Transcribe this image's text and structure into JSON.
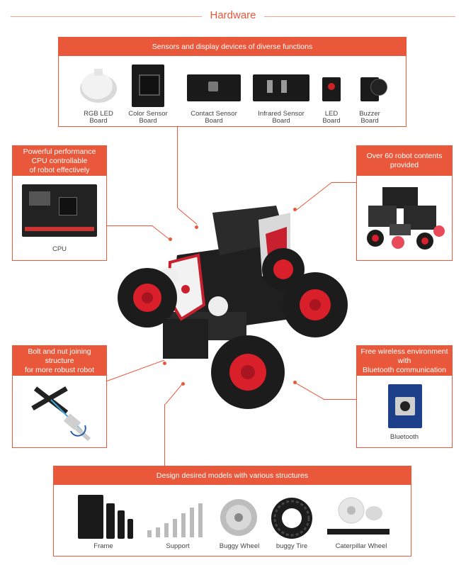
{
  "title": "Hardware",
  "sensors": {
    "heading": "Sensors and display devices of diverse functions",
    "items": [
      {
        "line1": "RGB LED",
        "line2": "Board"
      },
      {
        "line1": "Color Sensor",
        "line2": "Board"
      },
      {
        "line1": "Contact Sensor",
        "line2": "Board"
      },
      {
        "line1": "Infrared Sensor",
        "line2": "Board"
      },
      {
        "line1": "LED",
        "line2": "Board"
      },
      {
        "line1": "Buzzer",
        "line2": "Board"
      }
    ]
  },
  "cpu": {
    "heading": [
      "Powerful performance",
      "CPU controllable",
      "of robot effectively"
    ],
    "caption": "CPU"
  },
  "contents": {
    "heading": [
      "Over 60 robot contents",
      "provided"
    ]
  },
  "bolt": {
    "heading": [
      "Bolt and nut joining structure",
      "for more robust robot"
    ]
  },
  "wireless": {
    "heading": [
      "Free wireless environment",
      "with",
      "Bluetooth communication"
    ],
    "caption": "Bluetooth"
  },
  "structures": {
    "heading": "Design desired models with various structures",
    "items": [
      "Frame",
      "Support",
      "Buggy Wheel",
      "buggy Tire",
      "Caterpillar Wheel"
    ]
  },
  "colors": {
    "accent": "#e9583b",
    "wheel": "#d91f2a",
    "tire": "#1c1c1c"
  }
}
